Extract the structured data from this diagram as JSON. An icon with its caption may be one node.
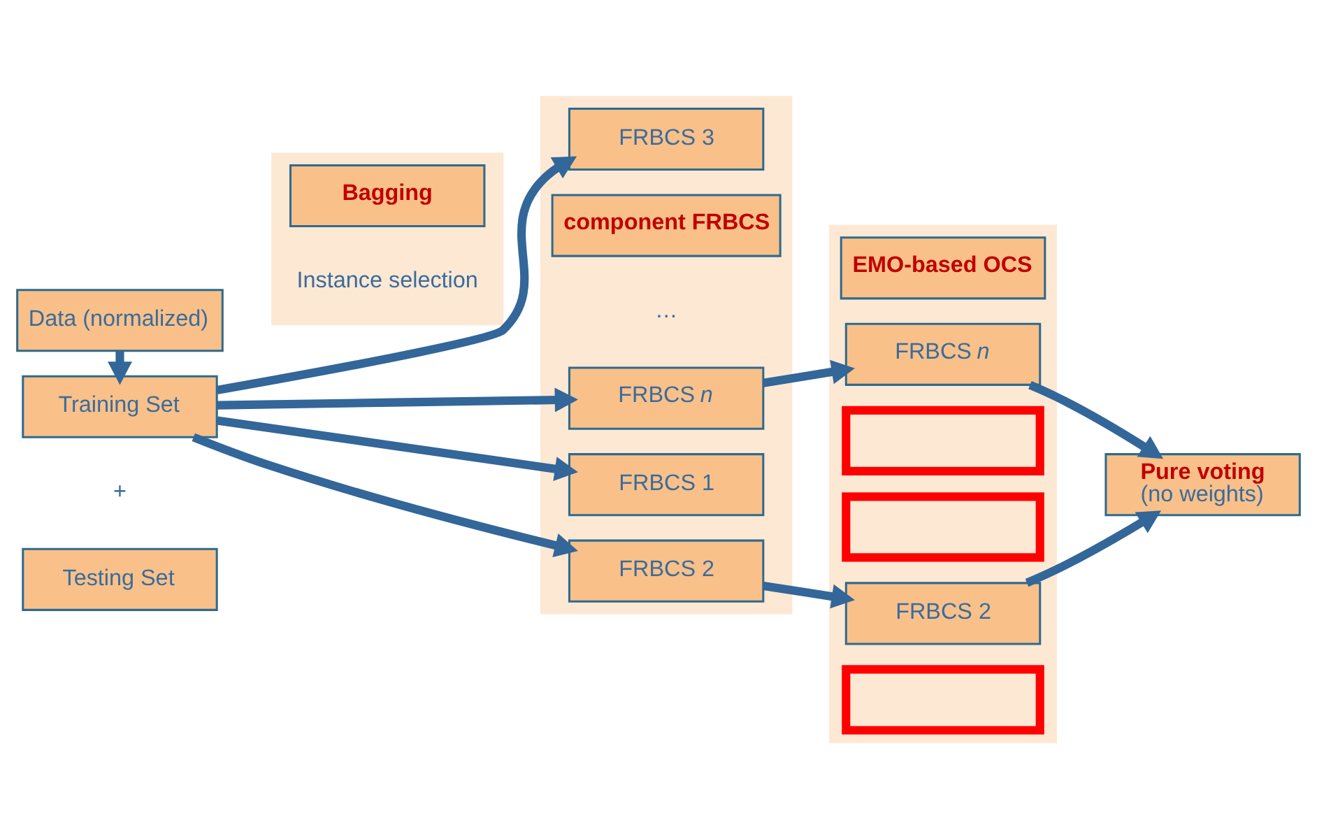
{
  "diagram": {
    "nodes": [
      {
        "text": [
          "Data (normalized)"
        ]
      },
      {
        "text": [
          "Training Set"
        ]
      },
      {
        "text": [
          "Testing Set"
        ]
      },
      {
        "text": [],
        "shape": "bar"
      },
      {
        "text": [
          "Bagging"
        ],
        "in": 3
      },
      {
        "text": [],
        "shape": "bar"
      },
      {
        "text": [
          "FRBCS 1"
        ],
        "in": 5
      },
      {
        "text": [
          "FRBCS 2"
        ],
        "in": 5
      },
      {
        "text": [
          "FRBCS 3"
        ],
        "in": 5
      },
      {
        "text": [
          "FRBCS *n*"
        ],
        "in": 5
      },
      {
        "text": [
          "component FRBCS"
        ],
        "in": 5
      },
      {
        "text": [],
        "shape": "bar"
      },
      {
        "text": [],
        "shape": "cross",
        "in": 11
      },
      {
        "text": [
          "FRBCS 2"
        ],
        "in": 11
      },
      {
        "text": [],
        "shape": "cross",
        "in": 11
      },
      {
        "text": [],
        "shape": "cross",
        "in": 11
      },
      {
        "text": [
          "FRBCS *n*"
        ],
        "in": 11
      },
      {
        "text": [
          "EMO-based OCS"
        ],
        "in": 11
      },
      {
        "text": [
          "Pure voting",
          "(no weights)"
        ]
      }
    ],
    "edges": [
      {
        "from": 0,
        "to": 1,
        "arrow": "to"
      },
      {
        "from": 1,
        "to": 6,
        "arrow": "to"
      },
      {
        "from": 1,
        "to": 7,
        "arrow": "to"
      },
      {
        "from": 1,
        "to": 8,
        "arrow": "to"
      },
      {
        "from": 1,
        "to": 9,
        "arrow": "to"
      },
      {
        "from": 7,
        "to": 13,
        "arrow": "to"
      },
      {
        "from": 9,
        "to": 16,
        "arrow": "to"
      },
      {
        "from": 13,
        "to": 18,
        "arrow": "to"
      },
      {
        "from": 16,
        "to": 18,
        "arrow": "to"
      }
    ],
    "labels": [
      "+",
      "Instance selection",
      "…"
    ]
  }
}
